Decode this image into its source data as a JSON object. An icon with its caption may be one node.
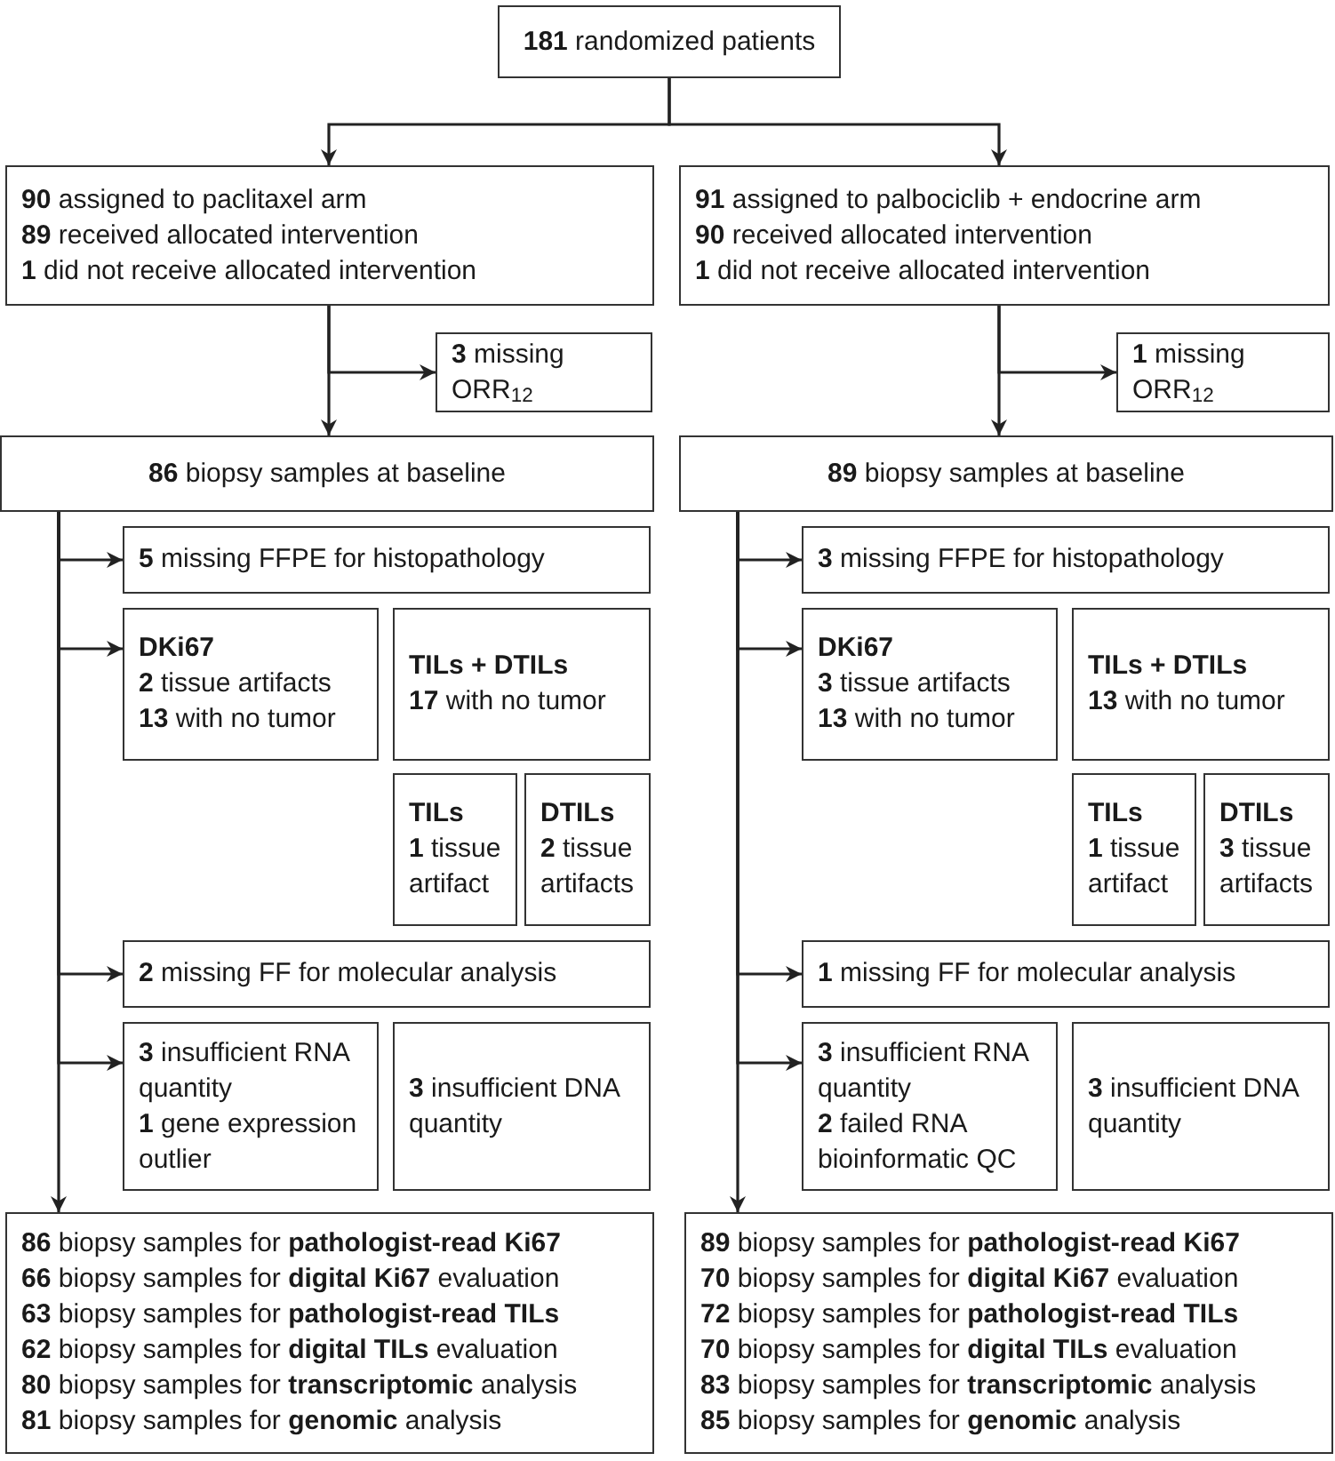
{
  "diagram": {
    "nodes": [
      {
        "text": [
          "**181** randomized patients"
        ]
      },
      {
        "text": [
          "**90** assigned to paclitaxel arm",
          "**89** received allocated intervention",
          "**1** did not receive allocated intervention"
        ]
      },
      {
        "text": [
          "**91** assigned to palbociclib + endocrine arm",
          "**90** received allocated intervention",
          "**1** did not receive allocated intervention"
        ]
      },
      {
        "text": [
          "**3** missing ORR$_{12}$"
        ]
      },
      {
        "text": [
          "**1** missing ORR$_{12}$"
        ]
      },
      {
        "text": [
          "**86** biopsy samples at baseline"
        ]
      },
      {
        "text": [
          "**5** missing FFPE for histopathology"
        ]
      },
      {
        "text": [
          "DKi67",
          "**2** tissue artifacts",
          "**13** with no tumor"
        ]
      },
      {
        "text": [
          "TILs + DTILs",
          "**17** with no tumor"
        ]
      },
      {
        "text": [
          "TILs",
          "**1** tissue artifact"
        ]
      },
      {
        "text": [
          "DTILs",
          "**2** tissue artifacts"
        ]
      },
      {
        "text": [
          "**2** missing FF for molecular analysis"
        ]
      },
      {
        "text": [
          "**3** insufficient RNA quantity",
          "**1** gene expression outlier"
        ]
      },
      {
        "text": [
          "**3** insufficient DNA quantity"
        ]
      },
      {
        "text": [
          "**86** biopsy samples for **pathologist-read Ki67**",
          "**66** biopsy samples for **digital Ki67** evaluation",
          "**63** biopsy samples for **pathologist-read TILs**",
          "**62** biopsy samples for **digital TILs** evaluation",
          "**80** biopsy samples for **transcriptomic** analysis",
          "**81** biopsy samples for **genomic** analysis"
        ]
      },
      {
        "text": [
          "**89** biopsy samples at baseline"
        ]
      },
      {
        "text": [
          "**3** missing FFPE for histopathology"
        ]
      },
      {
        "text": [
          "DKi67",
          "**3** tissue artifacts",
          "**13** with no tumor"
        ]
      },
      {
        "text": [
          "TILs + DTILs",
          "**13** with no tumor"
        ]
      },
      {
        "text": [
          "TILs",
          "**1** tissue artifact"
        ]
      },
      {
        "text": [
          "DTILs",
          "**3** tissue artifacts"
        ]
      },
      {
        "text": [
          "**1** missing FF for molecular analysis"
        ]
      },
      {
        "text": [
          "**3** insufficient RNA quantity",
          "**2** failed RNA bioinformatic QC"
        ]
      },
      {
        "text": [
          "**3** insufficient DNA quantity"
        ]
      },
      {
        "text": [
          "**89** biopsy samples for **pathologist-read Ki67**",
          "**70** biopsy samples for **digital Ki67** evaluation",
          "**72** biopsy samples for **pathologist-read TILs**",
          "**70** biopsy samples for **digital TILs** evaluation",
          "**83** biopsy samples for **transcriptomic** analysis",
          "**85** biopsy samples for **genomic** analysis"
        ]
      }
    ],
    "edges": [
      {
        "from": 0,
        "to": 1,
        "arrow": "to"
      },
      {
        "from": 0,
        "to": 2,
        "arrow": "to"
      },
      {
        "from": 1,
        "to": 3,
        "arrow": "to"
      },
      {
        "from": 1,
        "to": 5,
        "arrow": "to"
      },
      {
        "from": 2,
        "to": 4,
        "arrow": "to"
      },
      {
        "from": 2,
        "to": 15,
        "arrow": "to"
      },
      {
        "from": 5,
        "to": 6,
        "arrow": "to"
      },
      {
        "from": 5,
        "to": 7,
        "arrow": "to"
      },
      {
        "from": 5,
        "to": 11,
        "arrow": "to"
      },
      {
        "from": 5,
        "to": 12,
        "arrow": "to"
      },
      {
        "from": 5,
        "to": 14,
        "arrow": "to"
      },
      {
        "from": 15,
        "to": 16,
        "arrow": "to"
      },
      {
        "from": 15,
        "to": 17,
        "arrow": "to"
      },
      {
        "from": 15,
        "to": 21,
        "arrow": "to"
      },
      {
        "from": 15,
        "to": 22,
        "arrow": "to"
      },
      {
        "from": 15,
        "to": 24,
        "arrow": "to"
      }
    ]
  }
}
